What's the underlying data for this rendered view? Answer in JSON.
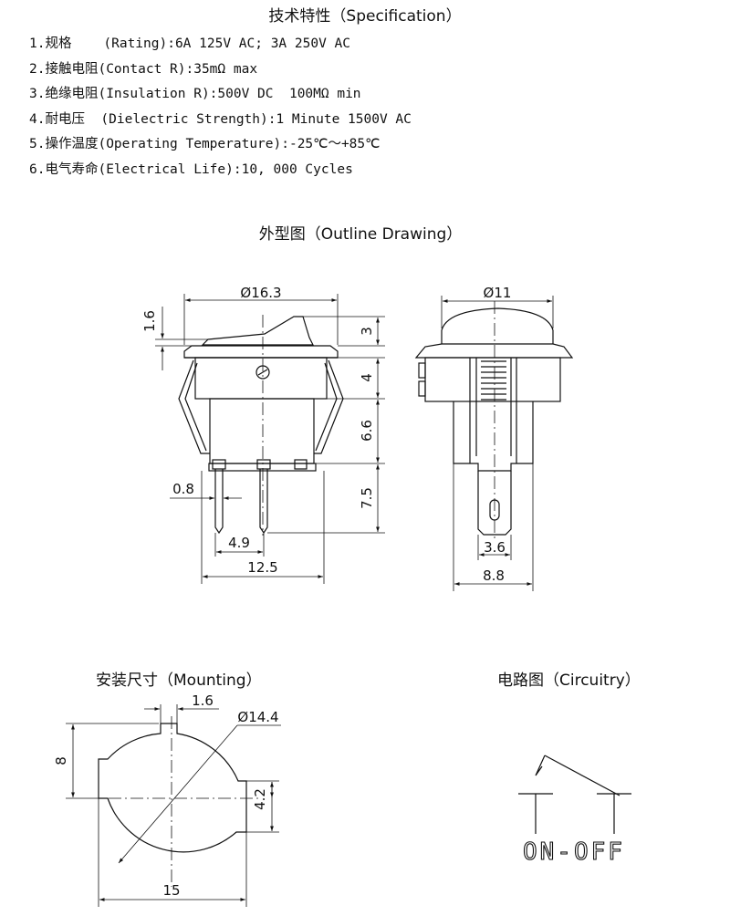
{
  "specification": {
    "title": "技术特性（Specification）",
    "items": [
      "1.规格    (Rating):6A 125V AC; 3A 250V AC",
      "2.接触电阻(Contact R):35mΩ max",
      "3.绝缘电阻(Insulation R):500V DC  100MΩ min",
      "4.耐电压  (Dielectric Strength):1 Minute 1500V AC",
      "5.操作温度(Operating Temperature):-25℃～+85℃",
      "6.电气寿命(Electrical Life):10, 000 Cycles"
    ]
  },
  "outline": {
    "title": "外型图（Outline Drawing）",
    "front_view": {
      "width_dia": "Ø16.3",
      "rocker_height": "1.6",
      "cap_height": "3",
      "body_upper": "4",
      "body_lower": "6.6",
      "terminal_length": "7.5",
      "terminal_width": "0.8",
      "terminal_pitch": "4.9",
      "base_width": "12.5"
    },
    "side_view": {
      "cap_dia": "Ø11",
      "terminal_width": "3.6",
      "base_width": "8.8"
    }
  },
  "mounting": {
    "title": "安装尺寸（Mounting）",
    "notch_width": "1.6",
    "hole_dia": "Ø14.4",
    "height": "8",
    "flat_height": "4.2",
    "width": "15"
  },
  "circuitry": {
    "title": "电路图（Circuitry）",
    "label": "ON-OFF"
  }
}
